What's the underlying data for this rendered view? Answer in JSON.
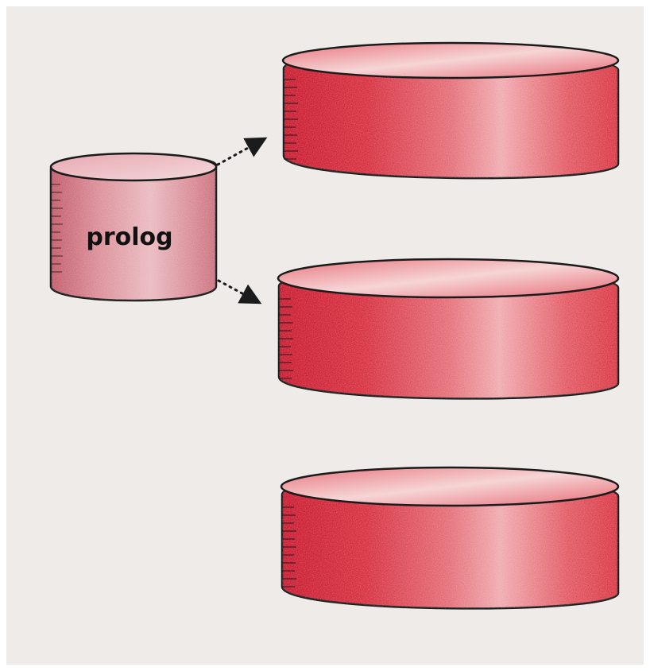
{
  "diagram": {
    "source_label": "prolog",
    "source_node": "source-cylinder",
    "targets": [
      "target-cylinder-1",
      "target-cylinder-2",
      "target-cylinder-3"
    ],
    "connections": [
      {
        "from": "source-cylinder",
        "to": "target-cylinder-1",
        "style": "dotted-arrow"
      },
      {
        "from": "source-cylinder",
        "to": "target-cylinder-2",
        "style": "dotted-arrow"
      }
    ]
  },
  "colors": {
    "background": "#efebe8",
    "cylinder_fill": "#d62a3a",
    "cylinder_light": "#f3c6c9",
    "source_fill": "#d98a95",
    "outline": "#1b1b1b"
  }
}
